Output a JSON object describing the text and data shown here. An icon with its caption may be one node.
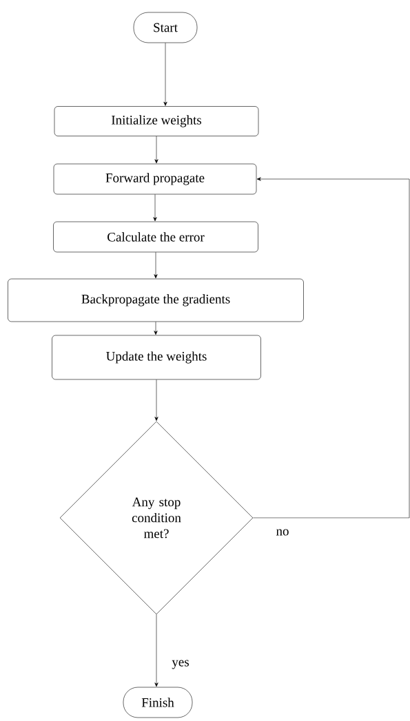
{
  "diagram": {
    "nodes": [
      {
        "text": [
          "Start"
        ]
      },
      {
        "text": [
          "Initialize weights"
        ]
      },
      {
        "text": [
          "Forward propagate"
        ]
      },
      {
        "text": [
          "Calculate the error"
        ]
      },
      {
        "text": [
          "Backpropagate the gradients"
        ]
      },
      {
        "text": [
          "Update the weights"
        ]
      },
      {
        "text": [
          "Any stop condition met?"
        ]
      },
      {
        "text": [
          "Finish"
        ]
      }
    ],
    "edges": [
      {
        "from": 0,
        "to": 1,
        "arrow": "to"
      },
      {
        "from": 1,
        "to": 2,
        "arrow": "to"
      },
      {
        "from": 2,
        "to": 3,
        "arrow": "to"
      },
      {
        "from": 3,
        "to": 4,
        "arrow": "to"
      },
      {
        "from": 4,
        "to": 5,
        "arrow": "to"
      },
      {
        "from": 5,
        "to": 6,
        "arrow": "to"
      },
      {
        "from": 6,
        "to": 7,
        "arrow": "to",
        "label": "yes"
      },
      {
        "from": 6,
        "to": 2,
        "arrow": "to",
        "label": "no"
      }
    ]
  }
}
